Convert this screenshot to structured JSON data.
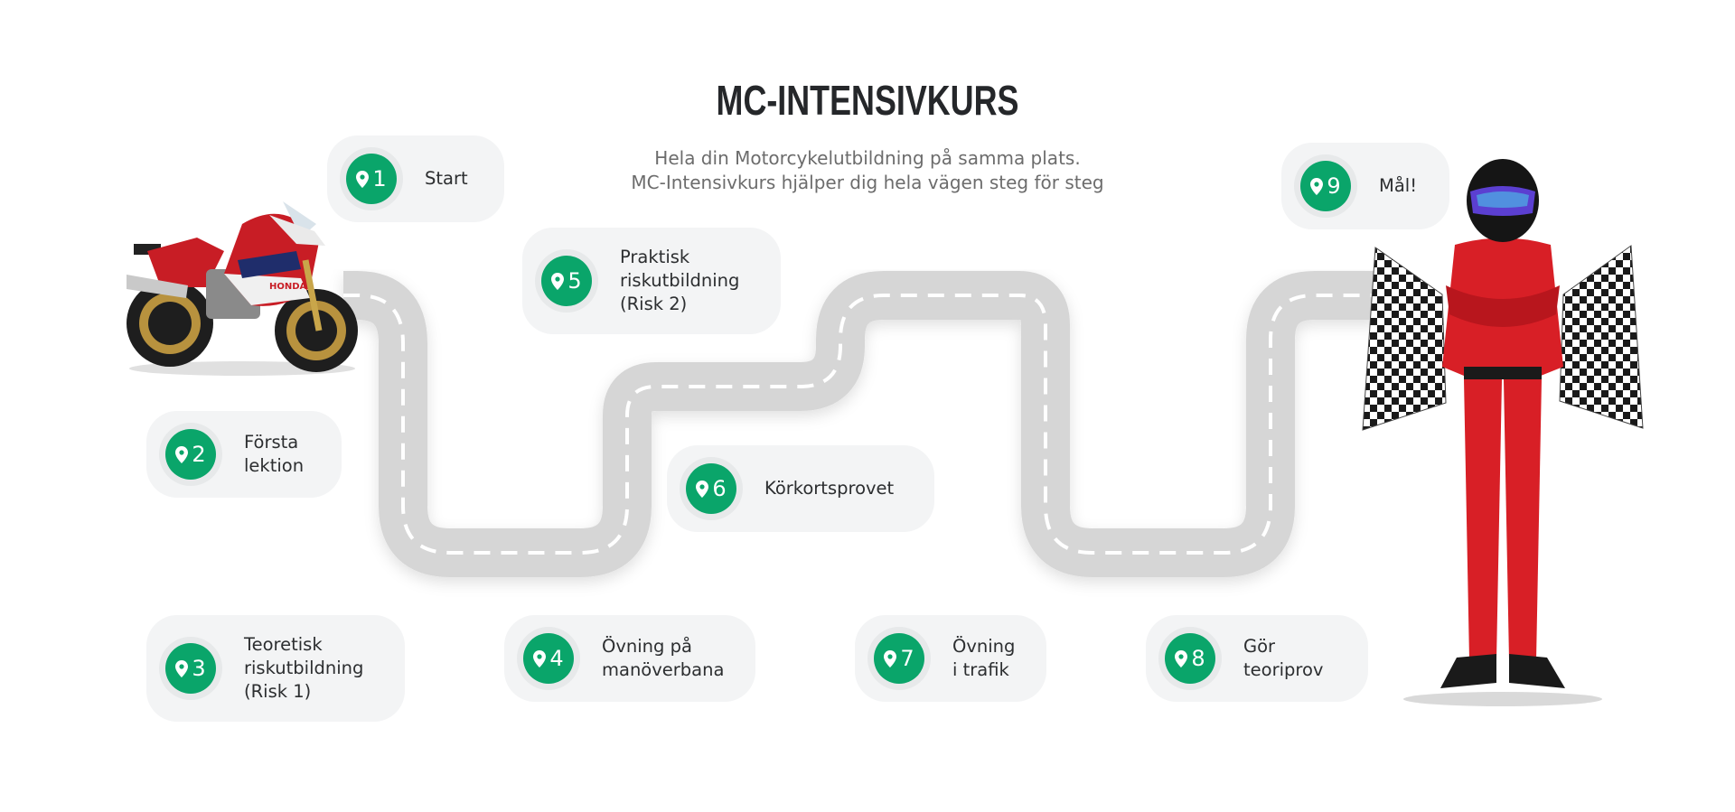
{
  "header": {
    "title": "MC-INTENSIVKURS",
    "subtitle_line1": "Hela din Motorcykelutbildning på samma plats.",
    "subtitle_line2": "MC-Intensivkurs hjälper dig hela vägen steg för steg"
  },
  "colors": {
    "accent": "#0aa56a",
    "road": "#d6d6d6",
    "card": "#f3f4f5",
    "title": "#25272a"
  },
  "steps": [
    {
      "number": "1",
      "label": "Start",
      "icon": "map-pin-icon"
    },
    {
      "number": "2",
      "label": "Första\nlektion",
      "icon": "map-pin-icon"
    },
    {
      "number": "3",
      "label": "Teoretisk\nriskutbildning\n(Risk 1)",
      "icon": "map-pin-icon"
    },
    {
      "number": "4",
      "label": "Övning på\nmanöverbana",
      "icon": "map-pin-icon"
    },
    {
      "number": "5",
      "label": "Praktisk\nriskutbildning\n(Risk 2)",
      "icon": "map-pin-icon"
    },
    {
      "number": "6",
      "label": "Körkortsprovet",
      "icon": "map-pin-icon"
    },
    {
      "number": "7",
      "label": "Övning\ni trafik",
      "icon": "map-pin-icon"
    },
    {
      "number": "8",
      "label": "Gör\nteoriprov",
      "icon": "map-pin-icon"
    },
    {
      "number": "9",
      "label": "Mål!",
      "icon": "map-pin-icon"
    }
  ],
  "images": {
    "start": "motorcycle-image",
    "finish": "racer-with-checkered-flags-image"
  }
}
